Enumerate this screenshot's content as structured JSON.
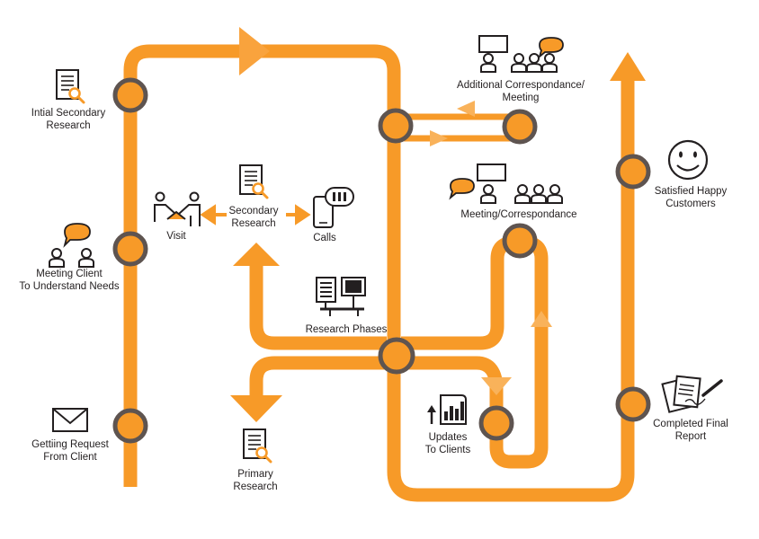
{
  "colors": {
    "track": "#F79A28",
    "track_light": "#F9B25A",
    "node_fill": "#F79A28",
    "node_ring": "#5E5450",
    "ink": "#231F20"
  },
  "labels": {
    "initial_secondary_research": [
      "Intial Secondary",
      "Research"
    ],
    "meeting_client": [
      "Meeting Client",
      "To Understand Needs"
    ],
    "getting_request": [
      "Gettiing Request",
      "From Client"
    ],
    "visit": "Visit",
    "secondary_research": [
      "Secondary",
      "Research"
    ],
    "calls": "Calls",
    "research_phases": "Research Phases",
    "primary_research": [
      "Primary",
      "Research"
    ],
    "additional_correspondance": [
      "Additional Correspondance/",
      "Meeting"
    ],
    "meeting_correspondance": "Meeting/Correspondance",
    "updates_to_clients": [
      "Updates",
      "To Clients"
    ],
    "satisfied_customers": [
      "Satisfied Happy",
      "Customers"
    ],
    "completed_final_report": [
      "Completed Final",
      "Report"
    ]
  },
  "icons": [
    "document-search-icon",
    "meeting-chat-icon",
    "envelope-icon",
    "handshake-icon",
    "smartphone-call-icon",
    "computer-workstation-icon",
    "presentation-audience-icon",
    "growth-chart-icon",
    "smiley-face-icon",
    "signed-documents-icon"
  ]
}
